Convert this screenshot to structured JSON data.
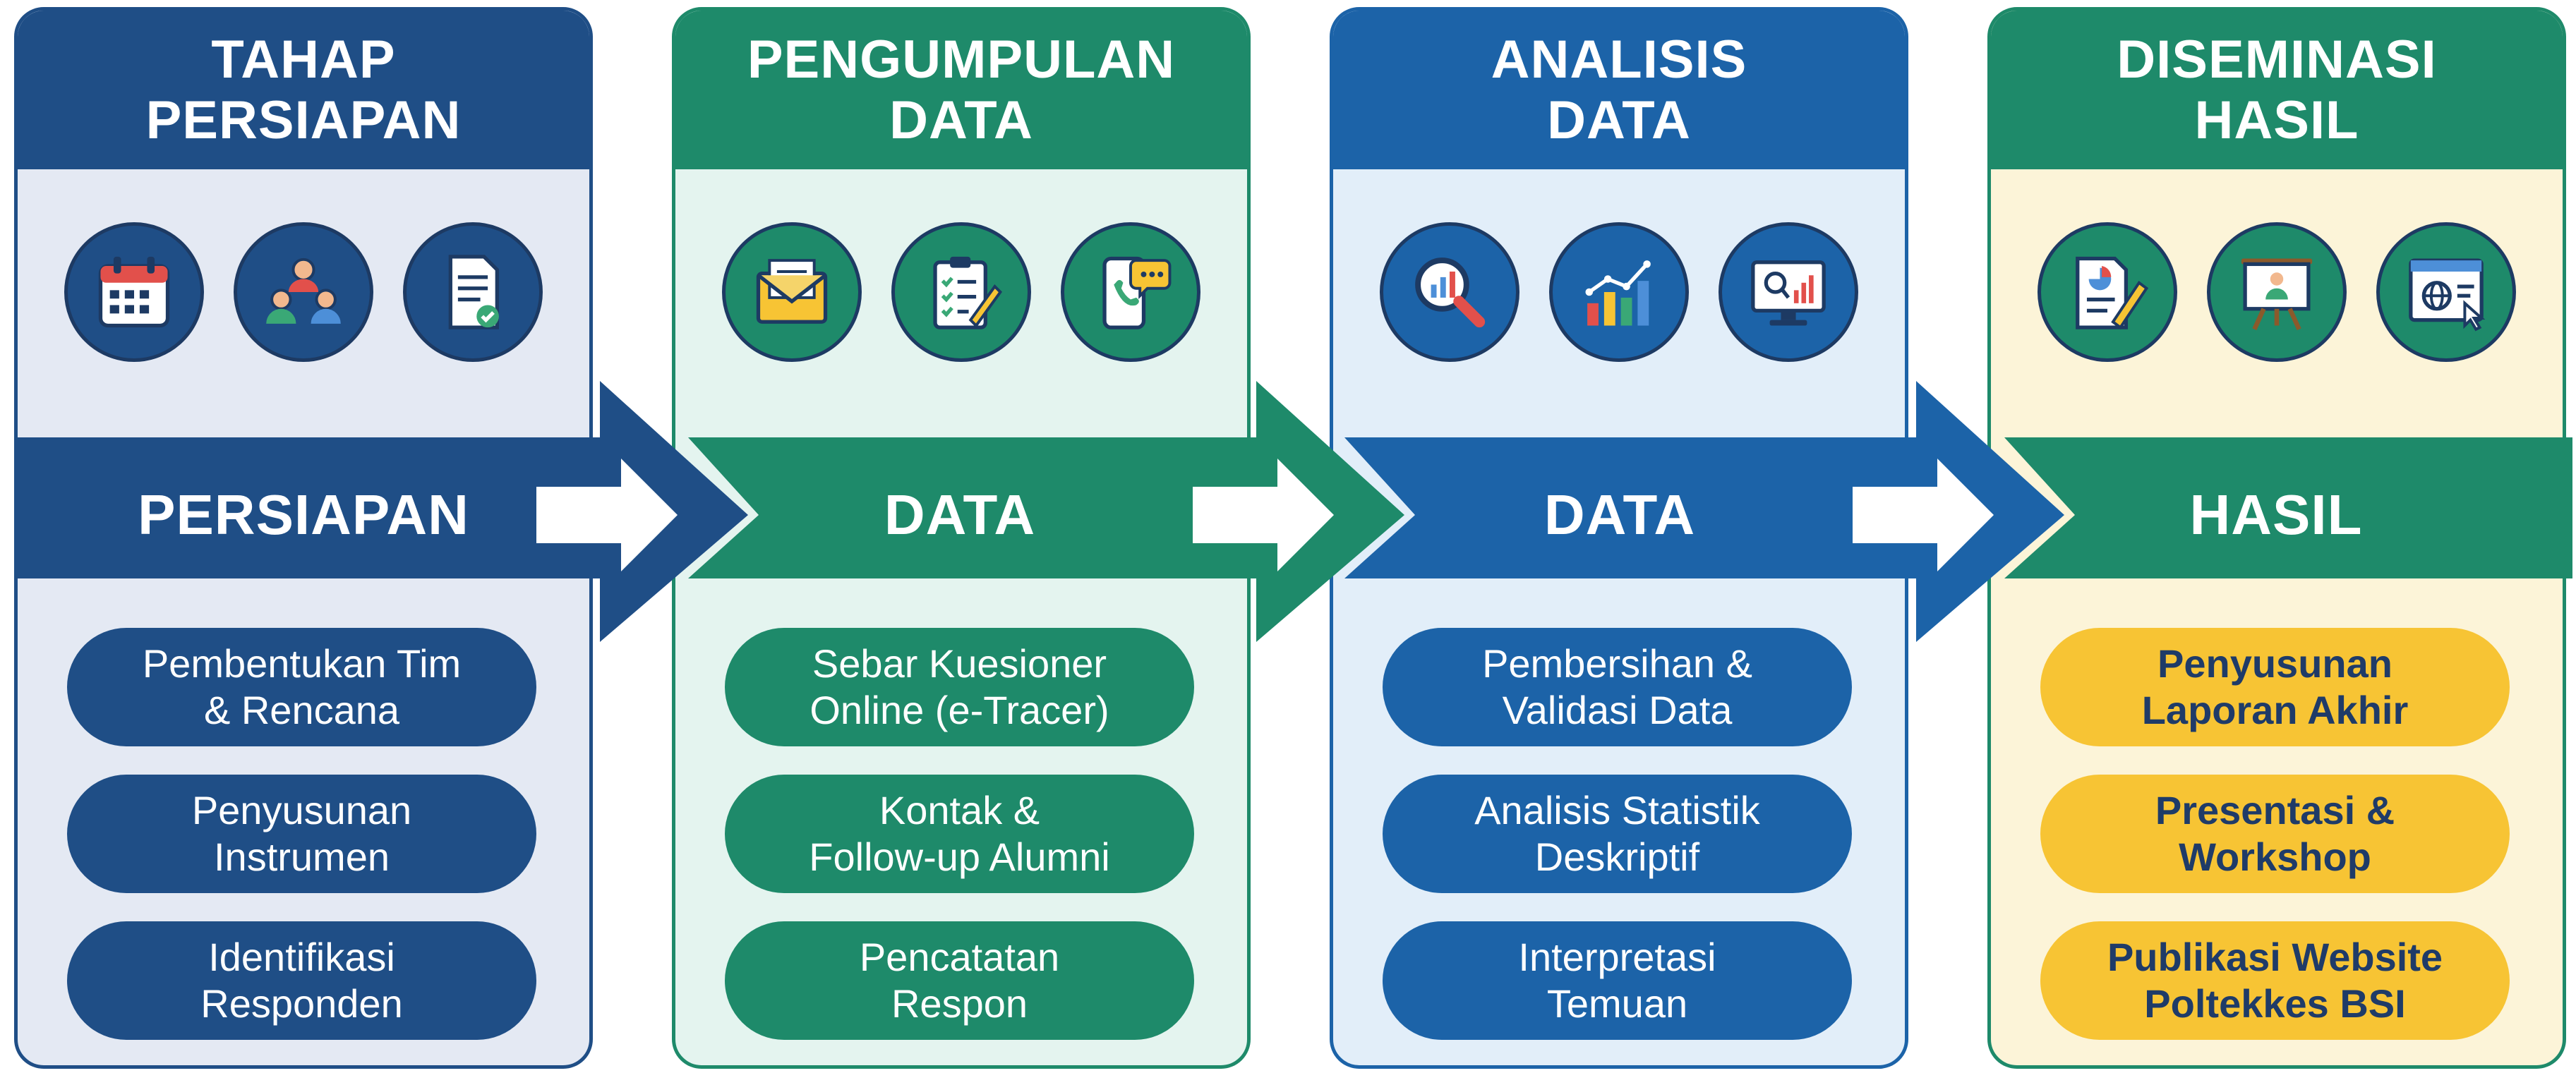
{
  "stages": [
    {
      "title": "TAHAP\nPERSIAPAN",
      "band_label": "PERSIAPAN",
      "icons": [
        "calendar-icon",
        "team-icon",
        "document-check-icon"
      ],
      "items": [
        "Pembentukan Tim\n& Rencana",
        "Penyusunan\nInstrumen",
        "Identifikasi\nResponden"
      ]
    },
    {
      "title": "PENGUMPULAN\nDATA",
      "band_label": "DATA",
      "icons": [
        "envelope-icon",
        "clipboard-checklist-icon",
        "phone-chat-icon"
      ],
      "items": [
        "Sebar Kuesioner\nOnline (e-Tracer)",
        "Kontak &\nFollow-up Alumni",
        "Pencatatan\nRespon"
      ]
    },
    {
      "title": "ANALISIS\nDATA",
      "band_label": "DATA",
      "icons": [
        "magnifier-chart-icon",
        "bar-line-chart-icon",
        "monitor-chart-icon"
      ],
      "items": [
        "Pembersihan &\nValidasi Data",
        "Analisis Statistik\nDeskriptif",
        "Interpretasi\nTemuan"
      ]
    },
    {
      "title": "DISEMINASI\nHASIL",
      "band_label": "HASIL",
      "icons": [
        "report-pen-icon",
        "presentation-board-icon",
        "web-browser-icon"
      ],
      "items": [
        "Penyusunan\nLaporan Akhir",
        "Presentasi &\nWorkshop",
        "Publikasi Website\nPoltekkes BSI"
      ]
    }
  ],
  "colors": {
    "navy": "#1f4e86",
    "green": "#1e8a6a",
    "blue": "#1c63a8",
    "yellow": "#f7c434"
  }
}
